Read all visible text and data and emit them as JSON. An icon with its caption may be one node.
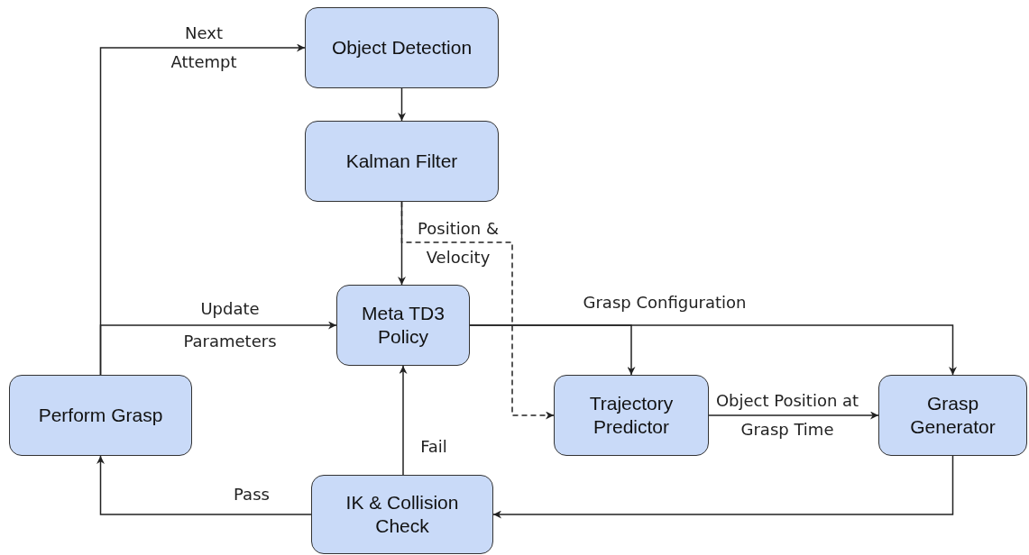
{
  "diagram": {
    "nodes": [
      {
        "text": [
          "Object Detection"
        ]
      },
      {
        "text": [
          "Kalman Filter"
        ]
      },
      {
        "text": [
          "Meta TD3 Policy"
        ]
      },
      {
        "text": [
          "Perform Grasp"
        ]
      },
      {
        "text": [
          "Trajectory Predictor"
        ]
      },
      {
        "text": [
          "Grasp Generator"
        ]
      },
      {
        "text": [
          "IK & Collision Check"
        ]
      }
    ],
    "edges": [
      {
        "from": 0,
        "to": 1,
        "arrow": "to"
      },
      {
        "from": 1,
        "to": 2,
        "arrow": "to",
        "label": "Position & Velocity"
      },
      {
        "from": 1,
        "to": 4,
        "arrow": "to",
        "style": "dashed"
      },
      {
        "from": 2,
        "to": 4,
        "arrow": "to",
        "label": "Grasp Configuration"
      },
      {
        "from": 2,
        "to": 5,
        "arrow": "to"
      },
      {
        "from": 4,
        "to": 5,
        "arrow": "to",
        "label": "Object Position at Grasp Time"
      },
      {
        "from": 5,
        "to": 6,
        "arrow": "to"
      },
      {
        "from": 6,
        "to": 2,
        "arrow": "to",
        "label": "Fail"
      },
      {
        "from": 6,
        "to": 3,
        "arrow": "to",
        "label": "Pass"
      },
      {
        "from": 3,
        "to": 0,
        "arrow": "to",
        "label": "Next Attempt"
      },
      {
        "from": 3,
        "to": 2,
        "arrow": "to",
        "label": "Update Parameters"
      }
    ]
  }
}
